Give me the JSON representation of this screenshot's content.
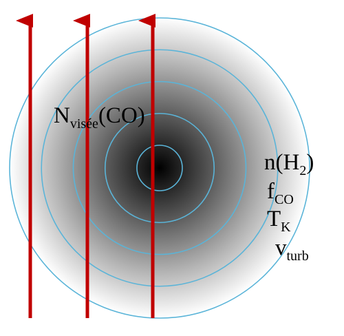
{
  "diagram": {
    "colors": {
      "background": "#ffffff",
      "core": "#000000",
      "edge": "#ffffff",
      "ring": "#5ab4d8",
      "arrow": "#c00000"
    },
    "column_density": {
      "base": "N",
      "subscript": "visée",
      "suffix": "(CO)"
    },
    "parameters": [
      {
        "base": "n(H",
        "subscript": "2",
        "suffix": ")"
      },
      {
        "base": "f",
        "subscript": "CO",
        "suffix": ""
      },
      {
        "base": "T",
        "subscript": "K",
        "suffix": ""
      },
      {
        "base": "v",
        "subscript": "turb",
        "suffix": ""
      }
    ],
    "shells": 5,
    "sightlines": 3
  }
}
